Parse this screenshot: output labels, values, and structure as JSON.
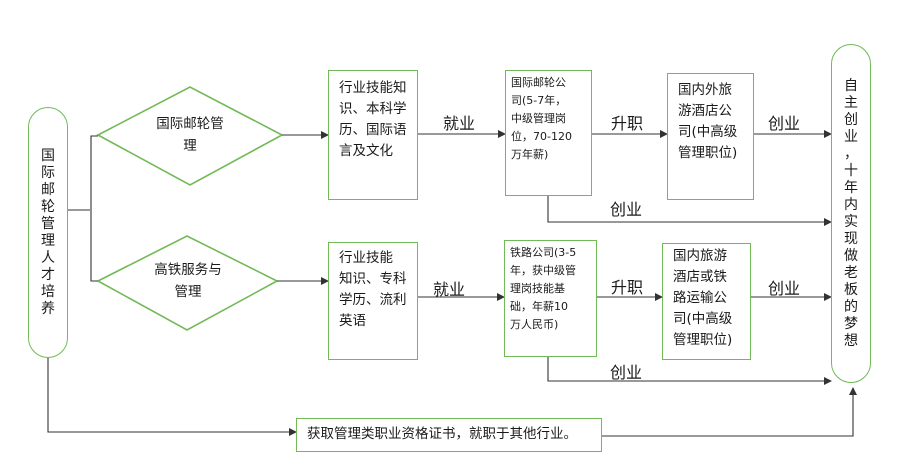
{
  "root": {
    "text": "国际邮轮管理人才培养"
  },
  "branches": [
    {
      "diamond": [
        "国际邮轮管",
        "理"
      ],
      "skills": [
        "行业技能知",
        "识、本科学",
        "历、国际语",
        "言及文化"
      ],
      "job_label": "就业",
      "company": [
        "国际邮轮公",
        "司(5-7年，",
        "中级管理岗",
        "位，70-120",
        "万年薪)"
      ],
      "promote_label": "升职",
      "manager": [
        "国内外旅",
        "游酒店公",
        "司(中高级",
        "管理职位)"
      ],
      "startup_label": "创业",
      "startup_direct_label": "创业"
    },
    {
      "diamond": [
        "高铁服务与",
        "管理"
      ],
      "skills": [
        "行业技能",
        "知识、专科",
        "学历、流利",
        "英语"
      ],
      "job_label": "就业",
      "company": [
        "铁路公司(3-5",
        "年，获中级管",
        "理岗技能基",
        "础，年薪10",
        "万人民币)"
      ],
      "promote_label": "升职",
      "manager": [
        "国内旅游",
        "酒店或铁",
        "路运输公",
        "司(中高级",
        "管理职位)"
      ],
      "startup_label": "创业",
      "startup_direct_label": "创业"
    }
  ],
  "goal": {
    "text": "自主创业，十年内实现做老板的梦想"
  },
  "certificate": {
    "text": "获取管理类职业资格证书，就职于其他行业。"
  },
  "colors": {
    "border": "#72b957",
    "arrow": "#333333"
  }
}
